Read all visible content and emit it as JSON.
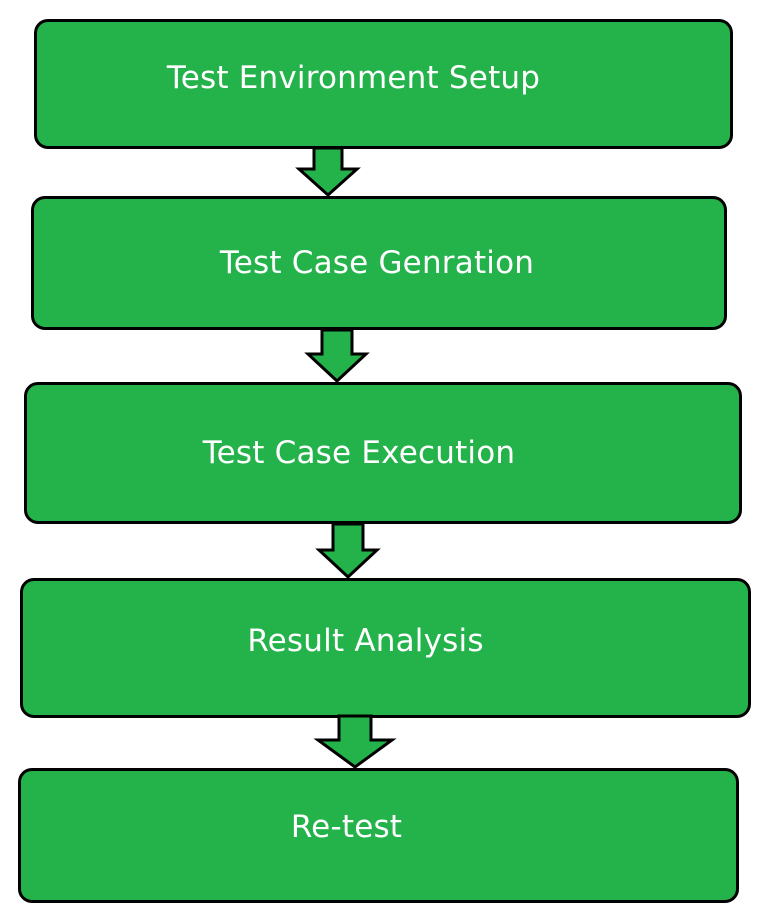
{
  "diagram": {
    "colors": {
      "box_fill": "#24b24b",
      "box_border": "#000000",
      "text": "#ffffff",
      "background": "#ffffff"
    },
    "steps": [
      {
        "label": "Test Environment Setup"
      },
      {
        "label": "Test Case Genration"
      },
      {
        "label": "Test Case Execution"
      },
      {
        "label": "Result Analysis"
      },
      {
        "label": "Re-test"
      }
    ]
  }
}
